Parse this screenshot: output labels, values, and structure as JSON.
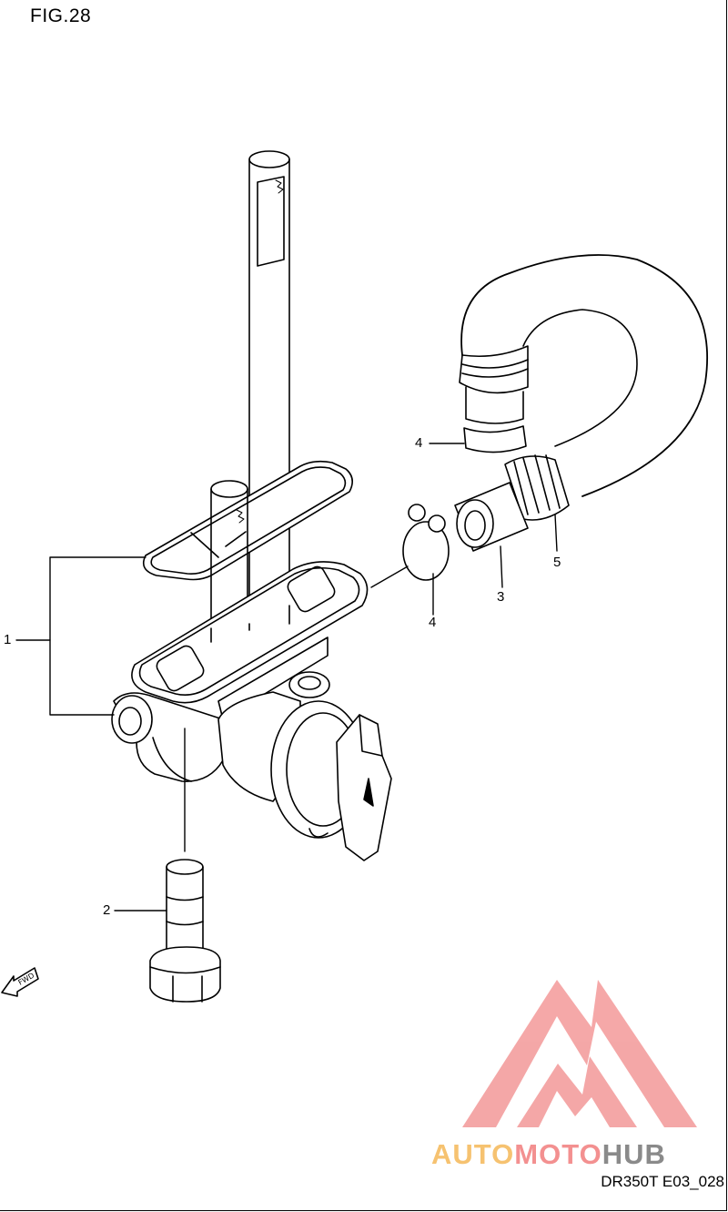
{
  "figure": {
    "title": "FIG.28",
    "code": "DR350T E03_028"
  },
  "callouts": {
    "c1": "1",
    "c2": "2",
    "c3": "3",
    "c4a": "4",
    "c4b": "4",
    "c5": "5"
  },
  "fwd_label": "FWD",
  "watermark": {
    "part1": "AUTO",
    "part2": "MOTO",
    "part3": "HUB"
  },
  "colors": {
    "line": "#000000",
    "logo_red": "#f4a3a3",
    "logo_orange": "#f6c270",
    "logo_gray": "#8a8a8a"
  }
}
